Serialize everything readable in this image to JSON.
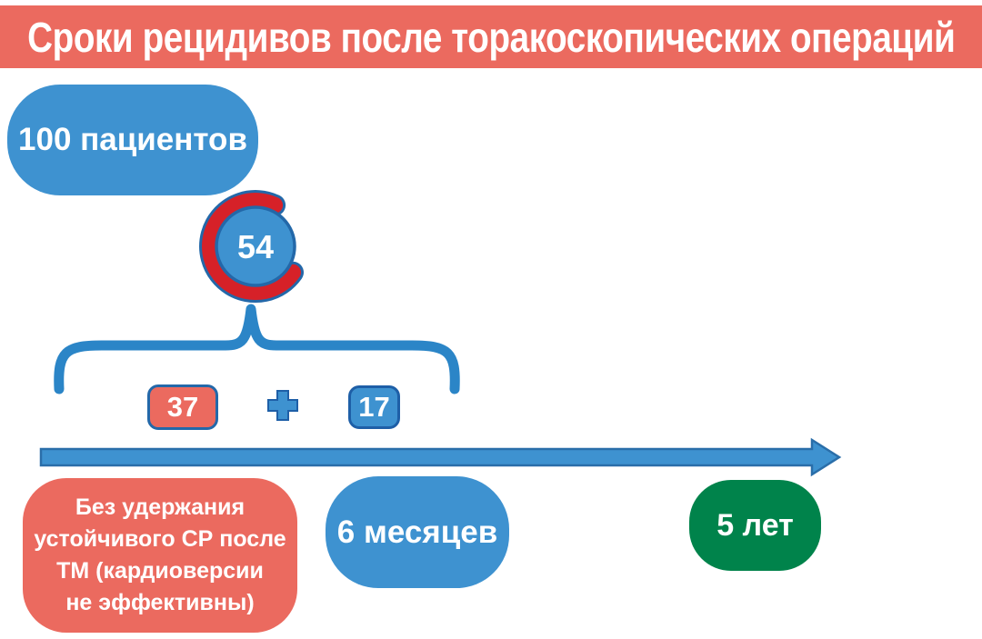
{
  "title": "Сроки рецидивов после торакоскопических операций",
  "patients": {
    "label": "100 пациентов"
  },
  "recurrences": {
    "count": "54"
  },
  "groups": {
    "group_a_count": "37",
    "group_b_count": "17",
    "plus_symbol": "+"
  },
  "group_a_note": {
    "lines": [
      "Без удержания",
      "устойчивого СР после",
      "ТМ (кардиоверсии",
      "не эффективны)"
    ]
  },
  "timeline": {
    "six_months": "6 месяцев",
    "five_years": "5 лет"
  },
  "icons": {
    "plus": "plus-icon",
    "arrow": "timeline-arrow-icon",
    "brace": "curly-brace-icon",
    "gauge": "recurrence-gauge-icon"
  },
  "colors": {
    "salmon": "#EB6A5F",
    "blue": "#3E92D0",
    "dark_blue": "#2368A9",
    "brace_blue": "#2B85C7",
    "red": "#D62128",
    "green": "#00834B",
    "white": "#FFFFFF"
  }
}
